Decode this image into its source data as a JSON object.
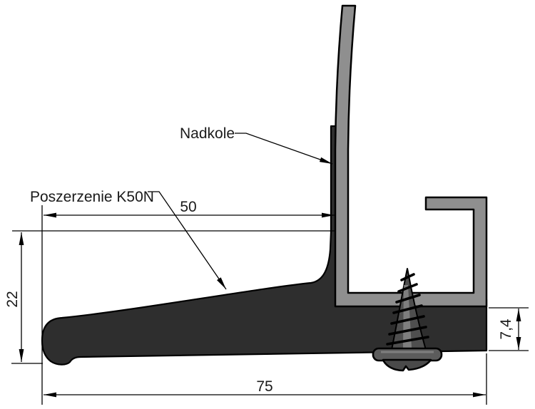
{
  "diagram": {
    "labels": {
      "nadkole": "Nadkole",
      "poszerzenie": "Poszerzenie K50N"
    },
    "dimensions": {
      "width_50": "50",
      "height_22": "22",
      "width_75": "75",
      "thickness_7_4": "7,4"
    },
    "colors": {
      "background": "#ffffff",
      "metal_gray": "#8f8f8f",
      "profile_dark": "#2e2e2e",
      "screw_gray": "#4f4f4f",
      "outline": "#000000"
    }
  }
}
